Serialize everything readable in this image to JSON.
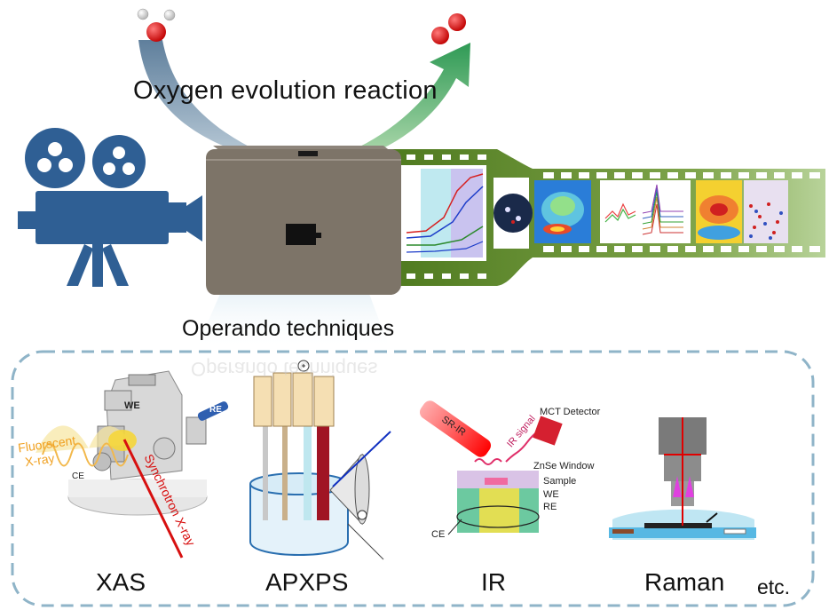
{
  "title": "Oxygen evolution reaction",
  "subtitle": "Operando techniques",
  "subtitle_mirror": "Operando techniques",
  "techniques": [
    "XAS",
    "APXPS",
    "IR",
    "Raman"
  ],
  "etc": "etc.",
  "xas": {
    "we": "WE",
    "re": "RE",
    "ce": "CE",
    "fluorescent": "Fluorscent",
    "xray": "X-ray",
    "synchrotron": "Synchrotron X-ray"
  },
  "ir": {
    "mct": "MCT Detector",
    "sr_ir": "SR-IR",
    "ir_signal": "IR signal",
    "window": "ZnSe Window",
    "sample": "Sample",
    "we": "WE",
    "re": "RE",
    "ce": "CE"
  },
  "colors": {
    "film": "#6b8e23",
    "camera": "#2e5d91",
    "box": "#7d7468",
    "arrow_in": "#7a97b0",
    "arrow_out": "#4aa56a",
    "dashed_border": "#8fb4c8"
  }
}
